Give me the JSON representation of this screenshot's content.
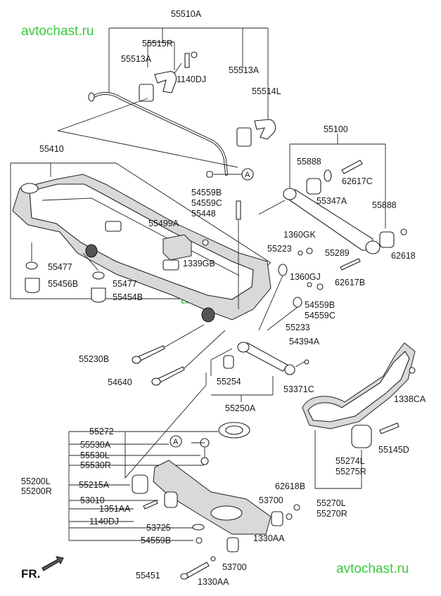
{
  "watermark": "avtochast.ru",
  "direction_label": "FR.",
  "ref_marker": "A",
  "labels": {
    "l55510A": "55510A",
    "l55515R": "55515R",
    "l55513A_a": "55513A",
    "l1140DJ_a": "1140DJ",
    "l55513A_b": "55513A",
    "l55514L": "55514L",
    "l55100": "55100",
    "l55410": "55410",
    "l55888_a": "55888",
    "l62617C": "62617C",
    "l55347A": "55347A",
    "l55888_b": "55888",
    "l62618": "62618",
    "l54559B_a": "54559B",
    "l54559C_a": "54559C",
    "l55448": "55448",
    "l55499A": "55499A",
    "l1339GB": "1339GB",
    "l1360GK": "1360GK",
    "l55223": "55223",
    "l55289": "55289",
    "l1360GJ": "1360GJ",
    "l62617B": "62617B",
    "l55477_a": "55477",
    "l55456B": "55456B",
    "l55477_b": "55477",
    "l55454B": "55454B",
    "l54559B_b": "54559B",
    "l54559C_b": "54559C",
    "l55233": "55233",
    "l54394A": "54394A",
    "l55230B": "55230B",
    "l54640": "54640",
    "l55254": "55254",
    "l53371C": "53371C",
    "l1338CA": "1338CA",
    "l55250A": "55250A",
    "l55272": "55272",
    "l55530A": "55530A",
    "l55530L": "55530L",
    "l55530R": "55530R",
    "l55200L": "55200L",
    "l55200R": "55200R",
    "l55215A": "55215A",
    "l53010": "53010",
    "l1351AA": "1351AA",
    "l1140DJ_b": "1140DJ",
    "l53725": "53725",
    "l54559B_c": "54559B",
    "l55145D": "55145D",
    "l55274L": "55274L",
    "l55275R": "55275R",
    "l62618B": "62618B",
    "l53700_a": "53700",
    "l55270L": "55270L",
    "l55270R": "55270R",
    "l1330AA_a": "1330AA",
    "l53700_b": "53700",
    "l55451": "55451",
    "l1330AA_b": "1330AA"
  }
}
